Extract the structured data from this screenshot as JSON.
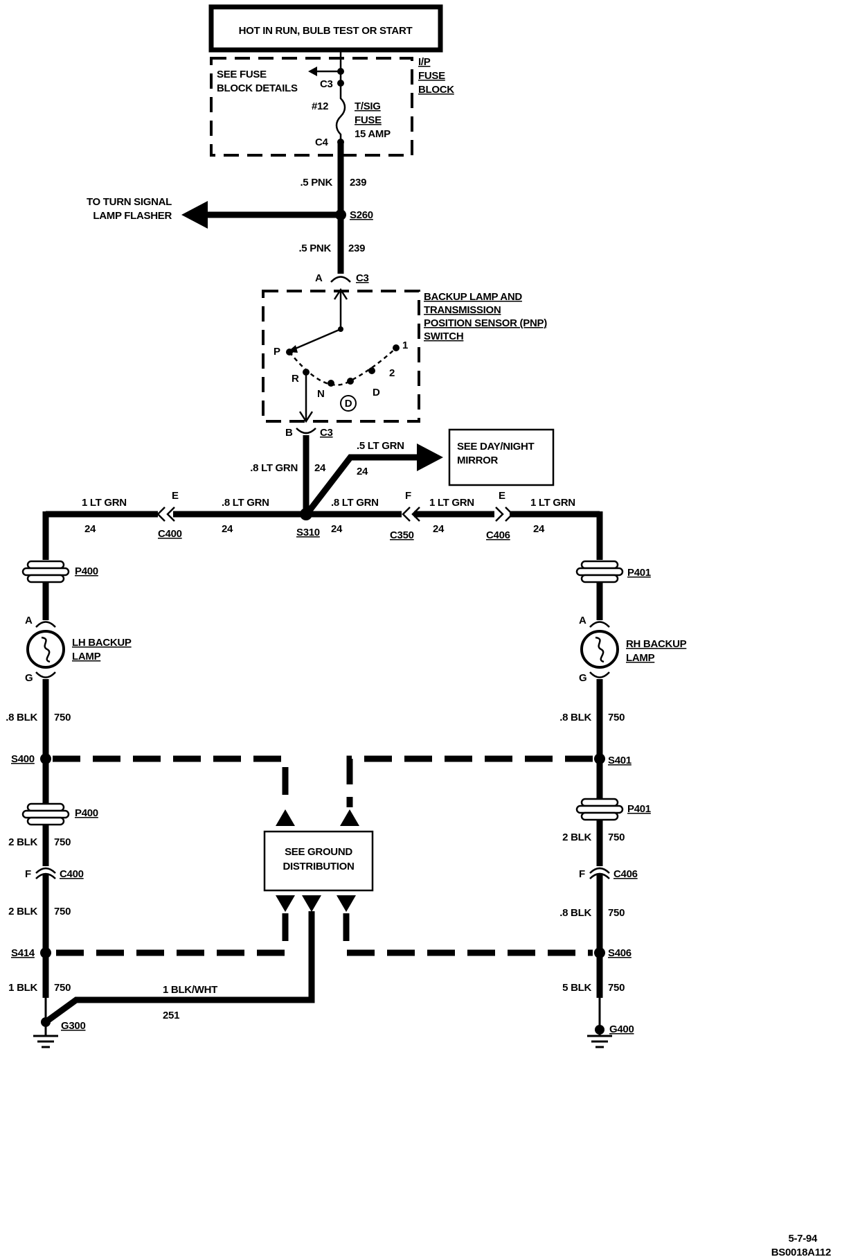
{
  "header": {
    "power_label": "HOT IN RUN, BULB TEST OR START"
  },
  "fuse_block": {
    "note": [
      "SEE FUSE",
      "BLOCK DETAILS"
    ],
    "name": [
      "I/P",
      "FUSE",
      "BLOCK"
    ],
    "conn_top": "C3",
    "conn_bottom": "C4",
    "fuse_num": "#12",
    "fuse_name": [
      "T/SIG",
      "FUSE",
      "15 AMP"
    ]
  },
  "wires": {
    "w1_color": ".5 PNK",
    "w1_circuit": "239",
    "w2_color": ".5 PNK",
    "w2_circuit": "239",
    "w3_color": ".8 LT GRN",
    "w3_circuit": "24",
    "mirror_color": ".5 LT GRN",
    "mirror_circuit": "24",
    "lh1_color": "1 LT GRN",
    "lh1_circuit": "24",
    "lh2_color": ".8 LT GRN",
    "lh2_circuit": "24",
    "rh1_color": ".8 LT GRN",
    "rh1_circuit": "24",
    "rh2_color": "1 LT GRN",
    "rh2_circuit": "24",
    "rh3_color": "1 LT GRN",
    "rh3_circuit": "24",
    "l_gnd1_color": ".8 BLK",
    "l_gnd1_circuit": "750",
    "l_gnd2_color": "2 BLK",
    "l_gnd2_circuit": "750",
    "l_gnd3_color": "2 BLK",
    "l_gnd3_circuit": "750",
    "l_gnd4_color": "1 BLK",
    "l_gnd4_circuit": "750",
    "r_gnd1_color": ".8 BLK",
    "r_gnd1_circuit": "750",
    "r_gnd2_color": "2 BLK",
    "r_gnd2_circuit": "750",
    "r_gnd3_color": ".8 BLK",
    "r_gnd3_circuit": "750",
    "r_gnd4_color": "5 BLK",
    "r_gnd4_circuit": "750",
    "blkwht_color": "1 BLK/WHT",
    "blkwht_circuit": "251"
  },
  "flasher": [
    "TO TURN SIGNAL",
    "LAMP FLASHER"
  ],
  "splices": {
    "s260": "S260",
    "s310": "S310",
    "s400": "S400",
    "s401": "S401",
    "s414": "S414",
    "s406": "S406"
  },
  "switch": {
    "name": [
      "BACKUP LAMP AND",
      "TRANSMISSION",
      "POSITION SENSOR (PNP)",
      "SWITCH"
    ],
    "pin_a": "A",
    "pin_b": "B",
    "conn": "C3",
    "conn_b": "C3",
    "positions": [
      "P",
      "R",
      "N",
      "D",
      "2",
      "1"
    ],
    "circled": "D"
  },
  "mirror": [
    "SEE DAY/NIGHT",
    "MIRROR"
  ],
  "connectors": {
    "c400_pin": "E",
    "c400": "C400",
    "c350_pin": "F",
    "c350": "C350",
    "c406_pin": "E",
    "c406": "C406",
    "c400b_pin": "F",
    "c400b": "C400",
    "c406b_pin": "F",
    "c406b": "C406",
    "p400": "P400",
    "p400b": "P400",
    "p401": "P401",
    "p401b": "P401"
  },
  "lh_lamp": {
    "name": [
      "LH BACKUP",
      "LAMP"
    ],
    "pin_a": "A",
    "pin_g": "G"
  },
  "rh_lamp": {
    "name": [
      "RH BACKUP",
      "LAMP"
    ],
    "pin_a": "A",
    "pin_g": "G"
  },
  "ground_box": [
    "SEE GROUND",
    "DISTRIBUTION"
  ],
  "grounds": {
    "g300": "G300",
    "g400": "G400"
  },
  "footer": {
    "date": "5-7-94",
    "code": "BS0018A112"
  }
}
